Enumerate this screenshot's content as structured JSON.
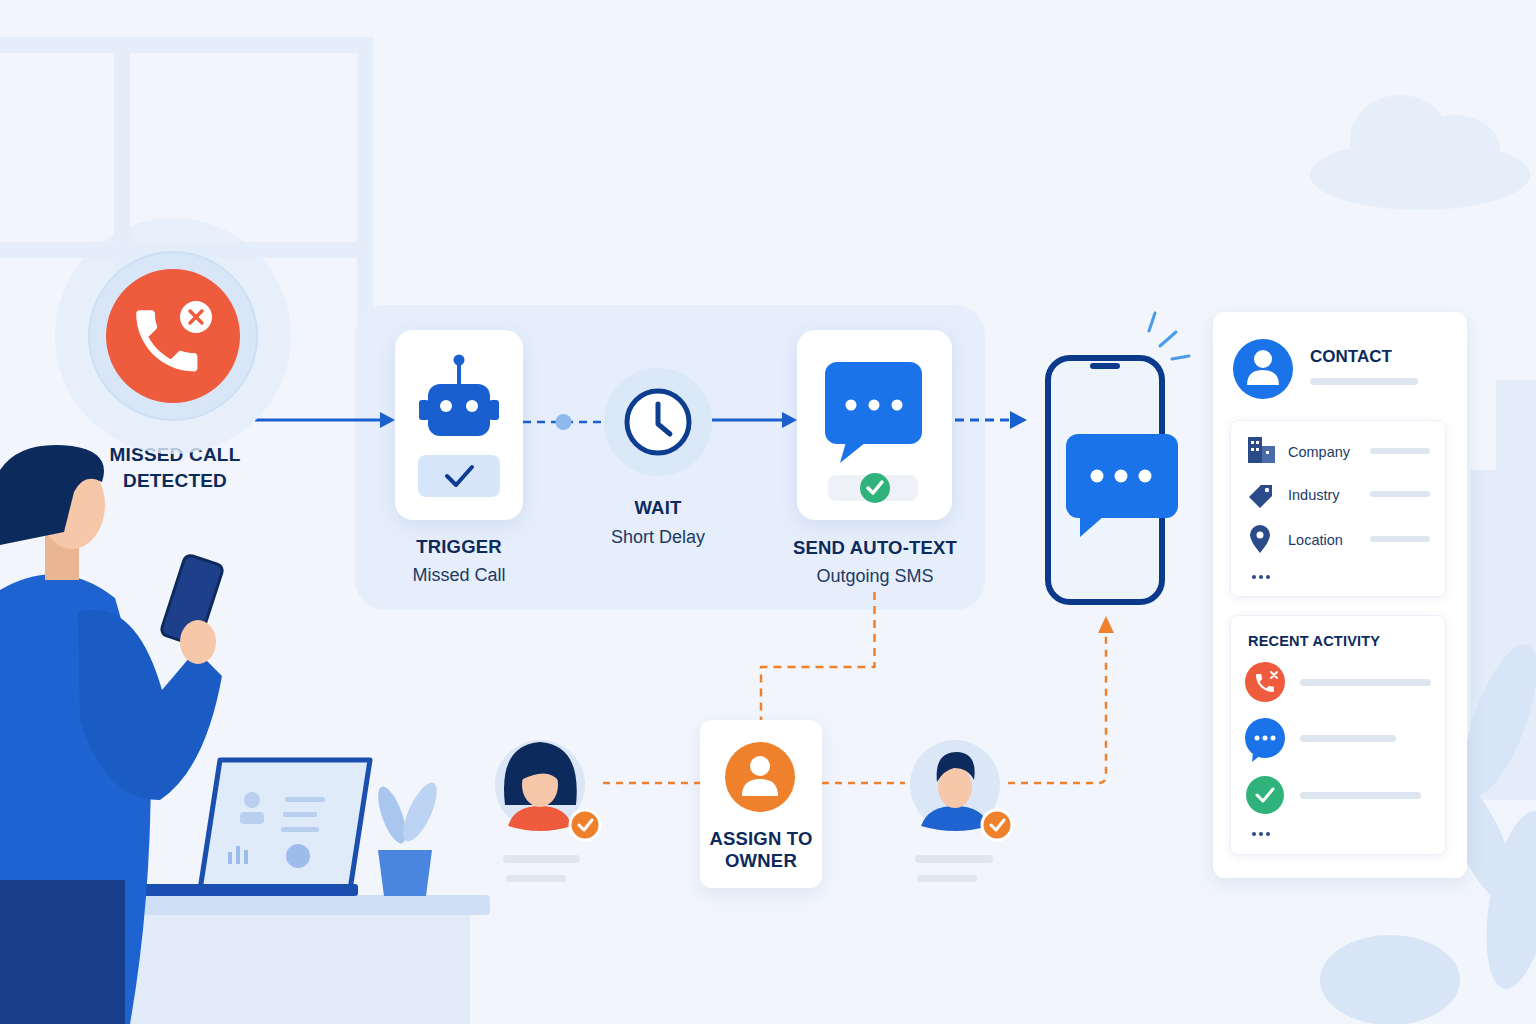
{
  "diagram": {
    "nodes": [
      {
        "text": [
          "MISSED CALL DETECTED"
        ]
      },
      {
        "text": [
          "TRIGGER",
          "Missed Call"
        ]
      },
      {
        "text": [
          "WAIT",
          "Short Delay"
        ]
      },
      {
        "text": [
          "SEND AUTO-TEXT",
          "Outgoing SMS"
        ]
      },
      {
        "text": [
          "ASSIGN TO OWNER"
        ]
      },
      {
        "text": [
          "CONTACT"
        ]
      },
      {
        "text": [
          "Company",
          "Industry",
          "Location"
        ],
        "in": 5
      },
      {
        "text": [
          "RECENT ACTIVITY"
        ],
        "in": 5
      }
    ],
    "edges": [
      {
        "from": 0,
        "to": 1,
        "arrow": "to"
      },
      {
        "from": 1,
        "to": 2,
        "arrow": "none"
      },
      {
        "from": 2,
        "to": 3,
        "arrow": "to"
      },
      {
        "from": 3,
        "to": 4,
        "arrow": "none"
      }
    ]
  }
}
